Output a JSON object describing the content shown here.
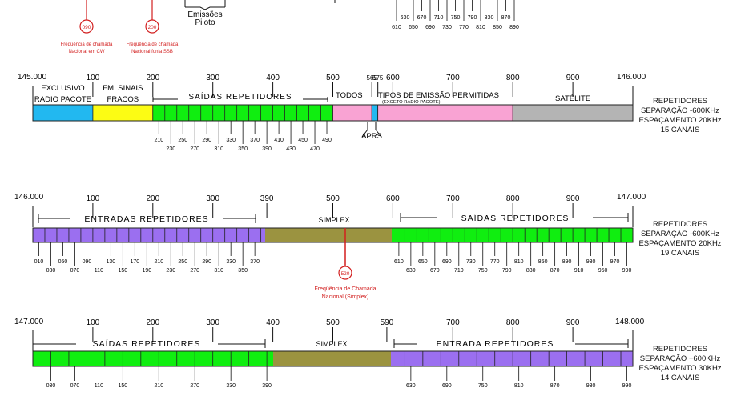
{
  "colors": {
    "cyan": "#22b8f0",
    "yellow": "#fcfc14",
    "green": "#10ee10",
    "pink": "#f9a3d3",
    "grey": "#b4b4b4",
    "purple": "#9b6ff0",
    "olive": "#9b9340",
    "red": "#d21e1e"
  },
  "top": {
    "emissions_label": "Emissões",
    "piloto_label": "Piloto",
    "cw_marker": "090",
    "ssb_marker": "200",
    "cw_caption_1": "Freqüência de chamada",
    "cw_caption_2": "Nacional em CW",
    "ssb_caption_1": "Freqüência de chamada",
    "ssb_caption_2": "Nacional fonia SSB",
    "ticks_row1": [
      "630",
      "670",
      "710",
      "750",
      "790",
      "830",
      "870"
    ],
    "ticks_row2": [
      "610",
      "650",
      "690",
      "730",
      "770",
      "810",
      "850",
      "890"
    ]
  },
  "band145": {
    "start": "145.000",
    "end": "146.000",
    "scale": [
      {
        "label": "100",
        "pos": 100
      },
      {
        "label": "200",
        "pos": 200
      },
      {
        "label": "300",
        "pos": 300
      },
      {
        "label": "400",
        "pos": 400
      },
      {
        "label": "500",
        "pos": 500
      },
      {
        "label": "565",
        "pos": 565
      },
      {
        "label": "575",
        "pos": 575
      },
      {
        "label": "600",
        "pos": 600
      },
      {
        "label": "700",
        "pos": 700
      },
      {
        "label": "800",
        "pos": 800
      },
      {
        "label": "900",
        "pos": 900
      }
    ],
    "segments": [
      {
        "from": 0,
        "to": 100,
        "color": "#22b8f0",
        "label1": "EXCLUSIVO",
        "label2": "RADIO PACOTE"
      },
      {
        "from": 100,
        "to": 200,
        "color": "#fcfc14",
        "label1": "FM. SINAIS",
        "label2": "FRACOS"
      },
      {
        "from": 200,
        "to": 500,
        "color": "#10ee10",
        "label1": "",
        "label2": ""
      },
      {
        "from": 500,
        "to": 565,
        "color": "#f9a3d3",
        "label1": "",
        "label2": ""
      },
      {
        "from": 565,
        "to": 575,
        "color": "#22b8f0",
        "label1": "",
        "label2": ""
      },
      {
        "from": 575,
        "to": 800,
        "color": "#f9a3d3",
        "label1": "",
        "label2": ""
      },
      {
        "from": 800,
        "to": 1000,
        "color": "#b4b4b4",
        "label1": "SATÉLITE",
        "label2": ""
      }
    ],
    "saidas": "SAÍDAS   REPETIDORES",
    "todos": "TODOS",
    "tipos": "TIPOS DE EMISSÃO PERMITIDAS",
    "exceto": "(EXCETO RADIO PACOTE)",
    "aprs": "APRS",
    "ticks_row1": [
      "210",
      "250",
      "290",
      "330",
      "370",
      "410",
      "450",
      "490"
    ],
    "ticks_row2": [
      "230",
      "270",
      "310",
      "350",
      "390",
      "430",
      "470"
    ],
    "info": [
      "REPETIDORES",
      "SEPARAÇÃO -600KHz",
      "ESPAÇAMENTO 20KHz",
      "15 CANAIS"
    ]
  },
  "band146": {
    "start": "146.000",
    "end": "147.000",
    "scale": [
      {
        "label": "100",
        "pos": 100
      },
      {
        "label": "200",
        "pos": 200
      },
      {
        "label": "300",
        "pos": 300
      },
      {
        "label": "390",
        "pos": 390
      },
      {
        "label": "500",
        "pos": 500
      },
      {
        "label": "600",
        "pos": 600
      },
      {
        "label": "700",
        "pos": 700
      },
      {
        "label": "800",
        "pos": 800
      },
      {
        "label": "900",
        "pos": 900
      }
    ],
    "entradas": "ENTRADAS   REPETIDORES",
    "simplex": "SIMPLEX",
    "saidas": "SAÍDAS   REPETIDORES",
    "marker": "520",
    "marker_caption_1": "Freqüência de Chamada",
    "marker_caption_2": "Nacional (Simplex)",
    "left_ticks_row1": [
      "010",
      "050",
      "090",
      "130",
      "170",
      "210",
      "250",
      "290",
      "330",
      "370"
    ],
    "left_ticks_row2": [
      "030",
      "070",
      "110",
      "150",
      "190",
      "230",
      "270",
      "310",
      "350"
    ],
    "right_ticks_row1": [
      "610",
      "650",
      "690",
      "730",
      "770",
      "810",
      "850",
      "890",
      "930",
      "970"
    ],
    "right_ticks_row2": [
      "630",
      "670",
      "710",
      "750",
      "790",
      "830",
      "870",
      "910",
      "950",
      "990"
    ],
    "info": [
      "REPETIDORES",
      "SEPARAÇÃO -600KHz",
      "ESPAÇAMENTO 20KHz",
      "19 CANAIS"
    ]
  },
  "band147": {
    "start": "147.000",
    "end": "148.000",
    "scale": [
      {
        "label": "100",
        "pos": 100
      },
      {
        "label": "200",
        "pos": 200
      },
      {
        "label": "300",
        "pos": 300
      },
      {
        "label": "400",
        "pos": 400
      },
      {
        "label": "500",
        "pos": 500
      },
      {
        "label": "590",
        "pos": 590
      },
      {
        "label": "700",
        "pos": 700
      },
      {
        "label": "800",
        "pos": 800
      },
      {
        "label": "900",
        "pos": 900
      }
    ],
    "saidas": "SAÍDAS   REPETIDORES",
    "simplex": "SIMPLEX",
    "entrada": "ENTRADA   REPETIDORES",
    "left_ticks": [
      "030",
      "070",
      "110",
      "150",
      "210",
      "270",
      "330",
      "390"
    ],
    "right_ticks": [
      "630",
      "690",
      "750",
      "810",
      "870",
      "930",
      "990"
    ],
    "info": [
      "REPETIDORES",
      "SEPARAÇÃO +600KHz",
      "ESPAÇAMENTO 30KHz",
      "14 CANAIS"
    ]
  }
}
